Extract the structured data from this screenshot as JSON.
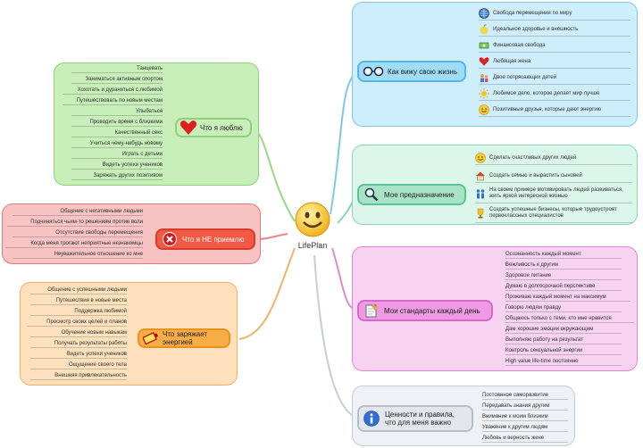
{
  "center": {
    "label": "LifePlan"
  },
  "colors": {
    "green": "#c8eeb9",
    "green_border": "#8fd07a",
    "red": "#f8c3c3",
    "red_border": "#e07a7a",
    "orange": "#fde1bd",
    "orange_border": "#f2b063",
    "blue": "#cfeefc",
    "blue_border": "#7cc6ea",
    "mint": "#dbf6ea",
    "mint_border": "#8ad6b5",
    "pink": "#f7d3f1",
    "pink_border": "#dc88d0",
    "grey": "#eef1f5",
    "grey_border": "#c6ccd4"
  },
  "branches": {
    "love": {
      "title": "Что я люблю",
      "icon": "heart-icon",
      "items": [
        "Танцевать",
        "Заниматься активным спортом",
        "Хохотать и дурачиться с любимой",
        "Путешествовать по новым местам",
        "Улыбаться",
        "Проводить время с близкими",
        "Качественный секс",
        "Учиться чему-нибудь новому",
        "Играть с детьми",
        "Видеть успехи учеников",
        "Заряжать других позитивом"
      ]
    },
    "reject": {
      "title": "Что я НЕ приемлю",
      "icon": "cross-icon",
      "items": [
        "Общение с негативными людьми",
        "Подчиняться чьим-то решениям против воли",
        "Отсутствие свободы перемещения",
        "Когда меня трогают неприятные незнакомцы",
        "Неуважительное отношение ко мне"
      ]
    },
    "energy": {
      "title": "Что заряжает энергией",
      "icon": "battery-icon",
      "items": [
        "Общение с успешными людьми",
        "Путешествия в новые места",
        "Поддержка любимой",
        "Просмотр своих целей и планов",
        "Обучение новым навыкам",
        "Получать результаты работы",
        "Видеть успехи учеников",
        "Ощущение своего тела",
        "Внешняя привлекательность"
      ]
    },
    "vision": {
      "title": "Как вижу свою жизнь",
      "icon": "glasses-icon",
      "items": [
        {
          "icon": "globe-icon",
          "text": "Свобода перемещения по миру"
        },
        {
          "icon": "apple-icon",
          "text": "Идеальное здоровье и внешность"
        },
        {
          "icon": "money-icon",
          "text": "Финансовая свобода"
        },
        {
          "icon": "heart-icon",
          "text": "Любящая жена"
        },
        {
          "icon": "kids-icon",
          "text": "Двое потрясающих детей"
        },
        {
          "icon": "sun-icon",
          "text": "Любимое дело, которое делает мир лучше"
        },
        {
          "icon": "smile-icon",
          "text": "Позитивные друзья, которые дают энергию"
        }
      ]
    },
    "purpose": {
      "title": "Мое предназначение",
      "icon": "magnifier-icon",
      "items": [
        {
          "icon": "smile-icon",
          "text": "Сделать счастливых других людей"
        },
        {
          "icon": "house-icon",
          "text": "Создать семью и вырастить сыновей"
        },
        {
          "icon": "people-icon",
          "text": "На своем примере мотивировать людей развиваться, жить яркой интересной жизнью"
        },
        {
          "icon": "trophy-icon",
          "text": "Создать успешные бизнесы, которые трудоустроят первоклассных специалистов"
        }
      ]
    },
    "standards": {
      "title": "Мои стандарты каждый день",
      "icon": "notepad-icon",
      "items": [
        "Осознанность каждый момент",
        "Вежливость к другим",
        "Здоровое питание",
        "Думаю в долгосрочной перспективе",
        "Проживаю каждый момент на максимум",
        "Говорю людям правду",
        "Общаюсь только с теми, кто мне нравится",
        "Дам хорошие эмоции окружающим",
        "Выполняю работу на результат",
        "Контроль сексуальной энергии",
        "High value life-time постоянно"
      ]
    },
    "values": {
      "title": "Ценности и правила, что для меня важно",
      "icon": "info-icon",
      "items": [
        "Постоянное саморазвитие",
        "Передавать знания другим",
        "Внимание к моим близким",
        "Уважение к другим людям",
        "Любовь и верность жене"
      ]
    }
  }
}
